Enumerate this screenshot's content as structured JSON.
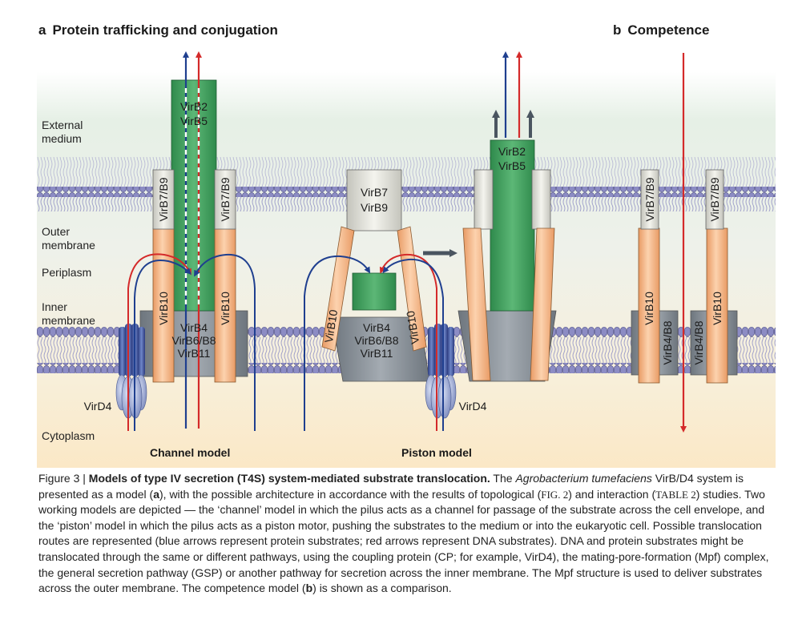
{
  "panels": {
    "a": {
      "letter": "a",
      "title": "Protein trafficking and conjugation"
    },
    "b": {
      "letter": "b",
      "title": "Competence"
    }
  },
  "zones": {
    "external": [
      "External",
      "medium"
    ],
    "outer": [
      "Outer",
      "membrane"
    ],
    "periplasm": "Periplasm",
    "inner": [
      "Inner",
      "membrane"
    ],
    "cytoplasm": "Cytoplasm"
  },
  "proteins": {
    "pilus": [
      "VirB2",
      "VirB5"
    ],
    "outer_complex_vertical": "VirB7/B9",
    "outer_complex_box": [
      "VirB7",
      "VirB9"
    ],
    "virb10": "VirB10",
    "inner_complex": [
      "VirB4",
      "VirB6/B8",
      "VirB11"
    ],
    "coupling": "VirD4",
    "virb4b8": "VirB4/B8"
  },
  "models": {
    "channel": "Channel model",
    "piston": "Piston model"
  },
  "colors": {
    "blue_arrow": "#1f3f8f",
    "red_arrow": "#d42a2a",
    "pilus_green": "#3f9a5a",
    "virb10_orange": "#f0b283",
    "inner_gray": "#8c949c",
    "virb79_gray": "#dcdcd4",
    "virD4_blue": "#4a5fa0",
    "membrane_purple": "#8c8cc4"
  },
  "caption": {
    "figure": "Figure 3 | ",
    "title": "Models of type IV secretion (T4S) system-mediated substrate translocation.",
    "s1": " The ",
    "organism": "Agrobacterium tumefaciens",
    "s2": " VirB/D4 system is presented as a model (",
    "a": "a",
    "s3": "), with the possible architecture in accordance with the results of topological (",
    "fig_ref": "FIG. 2",
    "s4": ") and interaction (",
    "table_ref": "TABLE 2",
    "s5": ") studies. Two working models are depicted — the ‘channel’ model in which the pilus acts as a channel for passage of the substrate across the cell envelope, and the ‘piston’ model in which the pilus acts as a piston motor, pushing the substrates to the medium or into the eukaryotic cell. Possible translocation routes are represented (blue arrows represent protein substrates; red arrows represent DNA substrates). DNA and protein substrates might be translocated through the same or different pathways, using the coupling protein (CP; for example, VirD4), the mating-pore-formation (Mpf) complex, the general secretion pathway (GSP) or another pathway for secretion across the inner membrane. The Mpf structure is used to deliver substrates across the outer membrane. The competence model (",
    "b": "b",
    "s6": ") is shown as a comparison."
  }
}
